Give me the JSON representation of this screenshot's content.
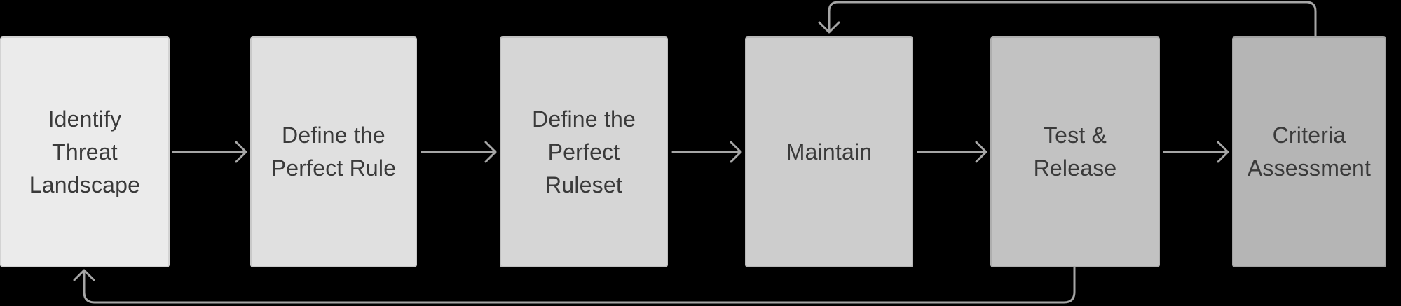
{
  "diagram": {
    "title_hidden": "",
    "background_color": "#000000",
    "arrow_color": "#a6a6a6",
    "text_color": "#3a3a3a",
    "nodes": [
      {
        "id": "identify-threat-landscape",
        "label": "Identify\nThreat\nLandscape",
        "fill": "#ebebeb"
      },
      {
        "id": "define-the-perfect-rule",
        "label": "Define the\nPerfect Rule",
        "fill": "#e0e0e0"
      },
      {
        "id": "define-the-perfect-ruleset",
        "label": "Define the\nPerfect\nRuleset",
        "fill": "#d6d6d6"
      },
      {
        "id": "maintain",
        "label": "Maintain",
        "fill": "#cdcdcd"
      },
      {
        "id": "test-and-release",
        "label": "Test &\nRelease",
        "fill": "#c2c2c2"
      },
      {
        "id": "criteria-assessment",
        "label": "Criteria\nAssessment",
        "fill": "#b5b5b5"
      }
    ],
    "edges": [
      {
        "from": "identify-threat-landscape",
        "to": "define-the-perfect-rule",
        "type": "forward"
      },
      {
        "from": "define-the-perfect-rule",
        "to": "define-the-perfect-ruleset",
        "type": "forward"
      },
      {
        "from": "define-the-perfect-ruleset",
        "to": "maintain",
        "type": "forward"
      },
      {
        "from": "maintain",
        "to": "test-and-release",
        "type": "forward"
      },
      {
        "from": "test-and-release",
        "to": "criteria-assessment",
        "type": "forward"
      },
      {
        "from": "criteria-assessment",
        "to": "maintain",
        "type": "feedback-top-loop"
      },
      {
        "from": "test-and-release",
        "to": "identify-threat-landscape",
        "type": "feedback-bottom-loop"
      }
    ]
  }
}
